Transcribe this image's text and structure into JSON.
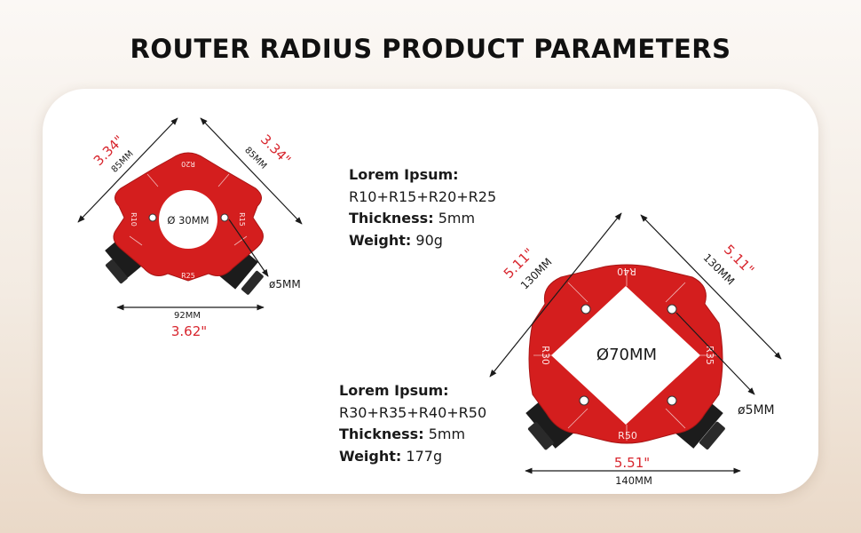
{
  "page": {
    "title": "ROUTER RADIUS PRODUCT PARAMETERS",
    "colors": {
      "plate_red": "#d41e1e",
      "dimension_red": "#d8262e",
      "background": "#f3ebe2"
    }
  },
  "small_template": {
    "side_left_in": "3.34\"",
    "side_left_mm": "85MM",
    "side_right_in": "3.34\"",
    "side_right_mm": "85MM",
    "width_mm": "92MM",
    "width_in": "3.62\"",
    "center_hole": "Ø 30MM",
    "pin_hole": "ø5MM",
    "radius_labels": [
      "R20",
      "R10",
      "R15",
      "R25"
    ],
    "specs": {
      "model_label": "Lorem Ipsum:",
      "model_value": "R10+R15+R20+R25",
      "thickness_label": "Thickness:",
      "thickness_value": "5mm",
      "weight_label": "Weight:",
      "weight_value": "90g"
    }
  },
  "large_template": {
    "side_left_in": "5.11\"",
    "side_left_mm": "130MM",
    "side_right_in": "5.11\"",
    "side_right_mm": "130MM",
    "width_mm": "140MM",
    "width_in": "5.51\"",
    "center_hole": "Ø70MM",
    "pin_hole": "ø5MM",
    "radius_labels": [
      "R40",
      "R30",
      "R35",
      "R50"
    ],
    "specs": {
      "model_label": "Lorem Ipsum:",
      "model_value": "R30+R35+R40+R50",
      "thickness_label": "Thickness:",
      "thickness_value": "5mm",
      "weight_label": "Weight:",
      "weight_value": "177g"
    }
  }
}
